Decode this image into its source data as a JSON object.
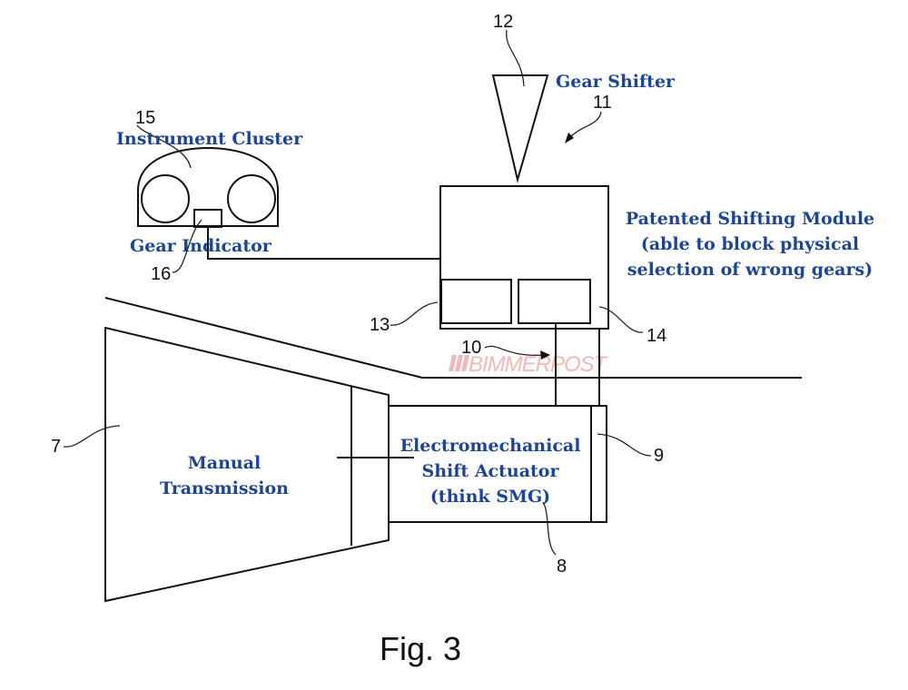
{
  "figure": {
    "caption": "Fig. 3",
    "watermark": "BIMMERPOST",
    "label_color": "#1d4591",
    "watermark_color": "#f0b8b8"
  },
  "labels": {
    "gear_shifter": "Gear Shifter",
    "instrument_cluster": "Instrument Cluster",
    "gear_indicator": "Gear Indicator",
    "shifting_module": [
      "Patented Shifting Module",
      "(able to block physical",
      "selection of wrong gears)"
    ],
    "manual_transmission": [
      "Manual",
      "Transmission"
    ],
    "shift_actuator": [
      "Electromechanical",
      "Shift Actuator",
      "(think SMG)"
    ]
  },
  "reference_numerals": {
    "transmission": "7",
    "actuator": "8",
    "actuator_end": "9",
    "connection": "10",
    "shifting_device": "11",
    "shifter": "12",
    "module_unit_a": "13",
    "module_unit_b": "14",
    "cluster": "15",
    "indicator": "16"
  }
}
